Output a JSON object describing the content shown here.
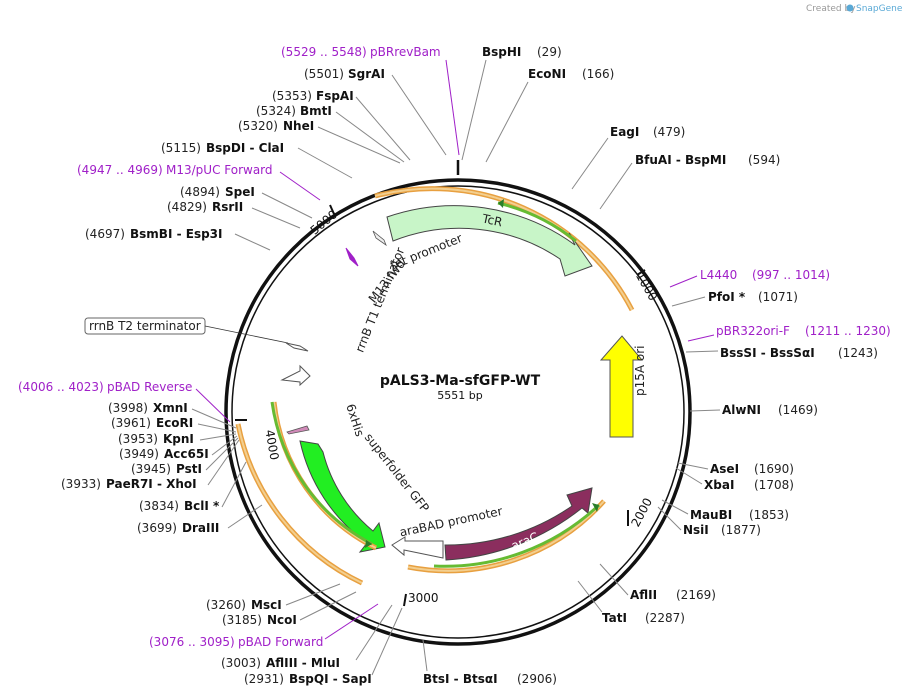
{
  "credit": {
    "prefix": "Created by",
    "brand": "SnapGene"
  },
  "plasmid": {
    "name": "pALS3-Ma-sfGFP-WT",
    "length": "5551 bp"
  },
  "ruler": [
    "1000",
    "2000",
    "3000",
    "4000",
    "5000"
  ],
  "features": {
    "tcr": "TcR",
    "tet_promoter": "tet promoter",
    "m13_fwd": "M13 fwd",
    "rrnb_t1": "rrnB T1 terminator",
    "rrnb_t2": "rrnB T2 terminator",
    "p15a": "p15A ori",
    "arac": "araC",
    "arabad": "araBAD promoter",
    "sfgfp": "superfolder GFP",
    "his": "6xHis"
  },
  "primers": [
    {
      "pos": "(5529 .. 5548)",
      "name": "pBRrevBam"
    },
    {
      "pos": "(4947 .. 4969)",
      "name": "M13/pUC Forward"
    },
    {
      "name": "L4440",
      "pos": "(997 .. 1014)"
    },
    {
      "name": "pBR322ori-F",
      "pos": "(1211 .. 1230)"
    },
    {
      "pos": "(4006 .. 4023)",
      "name": "pBAD Reverse"
    },
    {
      "pos": "(3076 .. 3095)",
      "name": "pBAD Forward"
    }
  ],
  "enzymes_right": [
    {
      "name": "BspHI",
      "pos": "(29)"
    },
    {
      "name": "EcoNI",
      "pos": "(166)"
    },
    {
      "name": "EagI",
      "pos": "(479)"
    },
    {
      "name": "BfuAI  - BspMI",
      "pos": "(594)"
    },
    {
      "name": "PfoI *",
      "pos": "(1071)"
    },
    {
      "name": "BssSI  - BssSαI",
      "pos": "(1243)"
    },
    {
      "name": "AlwNI",
      "pos": "(1469)"
    },
    {
      "name": "AseI",
      "pos": "(1690)"
    },
    {
      "name": "XbaI",
      "pos": "(1708)"
    },
    {
      "name": "MauBI",
      "pos": "(1853)"
    },
    {
      "name": "NsiI",
      "pos": "(1877)"
    },
    {
      "name": "AflII",
      "pos": "(2169)"
    },
    {
      "name": "TatI",
      "pos": "(2287)"
    },
    {
      "name": "BtsI  - BtsαI",
      "pos": "(2906)"
    }
  ],
  "enzymes_left": [
    {
      "pos": "(5501)",
      "name": "SgrAI"
    },
    {
      "pos": "(5353)",
      "name": "FspAI"
    },
    {
      "pos": "(5324)",
      "name": "BmtI"
    },
    {
      "pos": "(5320)",
      "name": "NheI"
    },
    {
      "pos": "(5115)",
      "name": "BspDI  - ClaI"
    },
    {
      "pos": "(4894)",
      "name": "SpeI"
    },
    {
      "pos": "(4829)",
      "name": "RsrII"
    },
    {
      "pos": "(4697)",
      "name": "BsmBI  - Esp3I"
    },
    {
      "pos": "(3998)",
      "name": "XmnI"
    },
    {
      "pos": "(3961)",
      "name": "EcoRI"
    },
    {
      "pos": "(3953)",
      "name": "KpnI"
    },
    {
      "pos": "(3949)",
      "name": "Acc65I"
    },
    {
      "pos": "(3945)",
      "name": "PstI"
    },
    {
      "pos": "(3933)",
      "name": "PaeR7I  - XhoI"
    },
    {
      "pos": "(3834)",
      "name": "BclI *"
    },
    {
      "pos": "(3699)",
      "name": "DraIII"
    },
    {
      "pos": "(3260)",
      "name": "MscI"
    },
    {
      "pos": "(3185)",
      "name": "NcoI"
    },
    {
      "pos": "(3003)",
      "name": "AflIII  - MluI"
    },
    {
      "pos": "(2931)",
      "name": "BspQI  - SapI"
    }
  ],
  "colors": {
    "tcr": "#c8f5c8",
    "p15a": "#ffff00",
    "arac": "#8b2e5e",
    "sfgfp": "#22ee22",
    "orf_line": "#e8a040",
    "primer": "#a020c8",
    "green_line": "#66bb33"
  }
}
